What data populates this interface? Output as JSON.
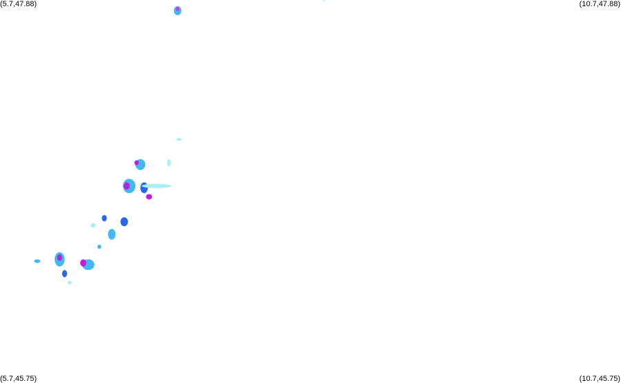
{
  "corner_labels": {
    "top_left": "(5.7,47.88)",
    "top_right": "(10.7,47.88)",
    "bottom_left": "(5.7,45.75)",
    "bottom_right": "(10.7,45.75)"
  },
  "map": {
    "lon_min": 5.7,
    "lon_max": 10.7,
    "lat_min": 45.75,
    "lat_max": 47.88
  },
  "colors": {
    "background": "#ffffff",
    "light": "#a8f0f8",
    "medium": "#40b8f0",
    "strong": "#2868e8",
    "heavy": "#c020d8",
    "extreme": "#f020f0"
  },
  "cells": [
    {
      "lon": 7.13,
      "lat": 47.82,
      "rx": 0.03,
      "ry": 0.025,
      "level": "medium"
    },
    {
      "lon": 7.13,
      "lat": 47.83,
      "rx": 0.012,
      "ry": 0.012,
      "level": "extreme"
    },
    {
      "lon": 8.31,
      "lat": 47.88,
      "rx": 0.006,
      "ry": 0.005,
      "level": "light"
    },
    {
      "lon": 7.14,
      "lat": 47.1,
      "rx": 0.02,
      "ry": 0.008,
      "level": "light"
    },
    {
      "lon": 6.83,
      "lat": 46.96,
      "rx": 0.04,
      "ry": 0.03,
      "level": "medium"
    },
    {
      "lon": 6.8,
      "lat": 46.97,
      "rx": 0.018,
      "ry": 0.014,
      "level": "heavy"
    },
    {
      "lon": 7.06,
      "lat": 46.97,
      "rx": 0.015,
      "ry": 0.02,
      "level": "light"
    },
    {
      "lon": 6.74,
      "lat": 46.84,
      "rx": 0.05,
      "ry": 0.04,
      "level": "medium"
    },
    {
      "lon": 6.72,
      "lat": 46.84,
      "rx": 0.025,
      "ry": 0.02,
      "level": "heavy"
    },
    {
      "lon": 6.86,
      "lat": 46.83,
      "rx": 0.03,
      "ry": 0.03,
      "level": "strong"
    },
    {
      "lon": 6.9,
      "lat": 46.78,
      "rx": 0.025,
      "ry": 0.015,
      "level": "heavy"
    },
    {
      "lon": 6.96,
      "lat": 46.84,
      "rx": 0.12,
      "ry": 0.012,
      "level": "light"
    },
    {
      "lon": 6.54,
      "lat": 46.66,
      "rx": 0.02,
      "ry": 0.018,
      "level": "strong"
    },
    {
      "lon": 6.45,
      "lat": 46.62,
      "rx": 0.02,
      "ry": 0.012,
      "level": "light"
    },
    {
      "lon": 6.7,
      "lat": 46.64,
      "rx": 0.03,
      "ry": 0.025,
      "level": "strong"
    },
    {
      "lon": 6.6,
      "lat": 46.57,
      "rx": 0.03,
      "ry": 0.03,
      "level": "medium"
    },
    {
      "lon": 6.5,
      "lat": 46.5,
      "rx": 0.015,
      "ry": 0.012,
      "level": "medium"
    },
    {
      "lon": 6.18,
      "lat": 46.43,
      "rx": 0.04,
      "ry": 0.04,
      "level": "medium"
    },
    {
      "lon": 6.18,
      "lat": 46.44,
      "rx": 0.02,
      "ry": 0.018,
      "level": "heavy"
    },
    {
      "lon": 6.41,
      "lat": 46.4,
      "rx": 0.05,
      "ry": 0.03,
      "level": "medium"
    },
    {
      "lon": 6.37,
      "lat": 46.41,
      "rx": 0.025,
      "ry": 0.02,
      "level": "heavy"
    },
    {
      "lon": 6.22,
      "lat": 46.35,
      "rx": 0.02,
      "ry": 0.02,
      "level": "strong"
    },
    {
      "lon": 6.0,
      "lat": 46.42,
      "rx": 0.025,
      "ry": 0.01,
      "level": "medium"
    },
    {
      "lon": 6.26,
      "lat": 46.3,
      "rx": 0.015,
      "ry": 0.01,
      "level": "light"
    }
  ]
}
